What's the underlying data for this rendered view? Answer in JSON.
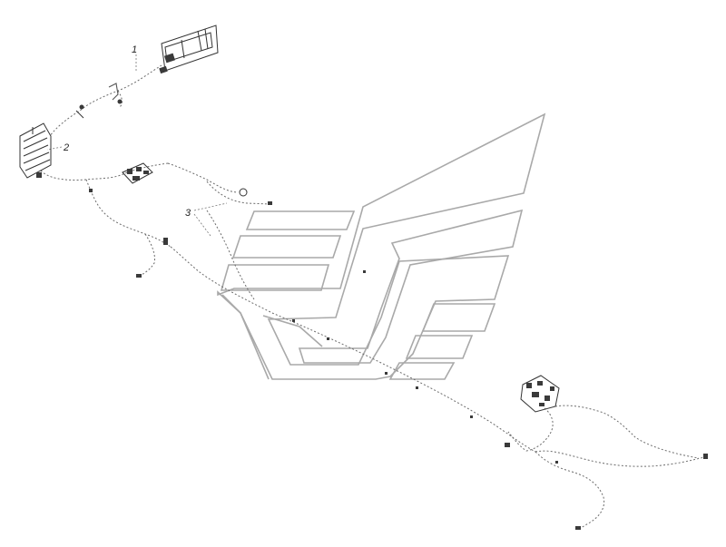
{
  "diagram": {
    "callouts": [
      {
        "id": "1",
        "label": "1"
      },
      {
        "id": "2",
        "label": "2"
      },
      {
        "id": "3",
        "label": "3"
      }
    ],
    "colors": {
      "background": "#ffffff",
      "wire": "#6b6b6b",
      "watermark": "#a9a9a9",
      "parts": "#333333"
    }
  }
}
